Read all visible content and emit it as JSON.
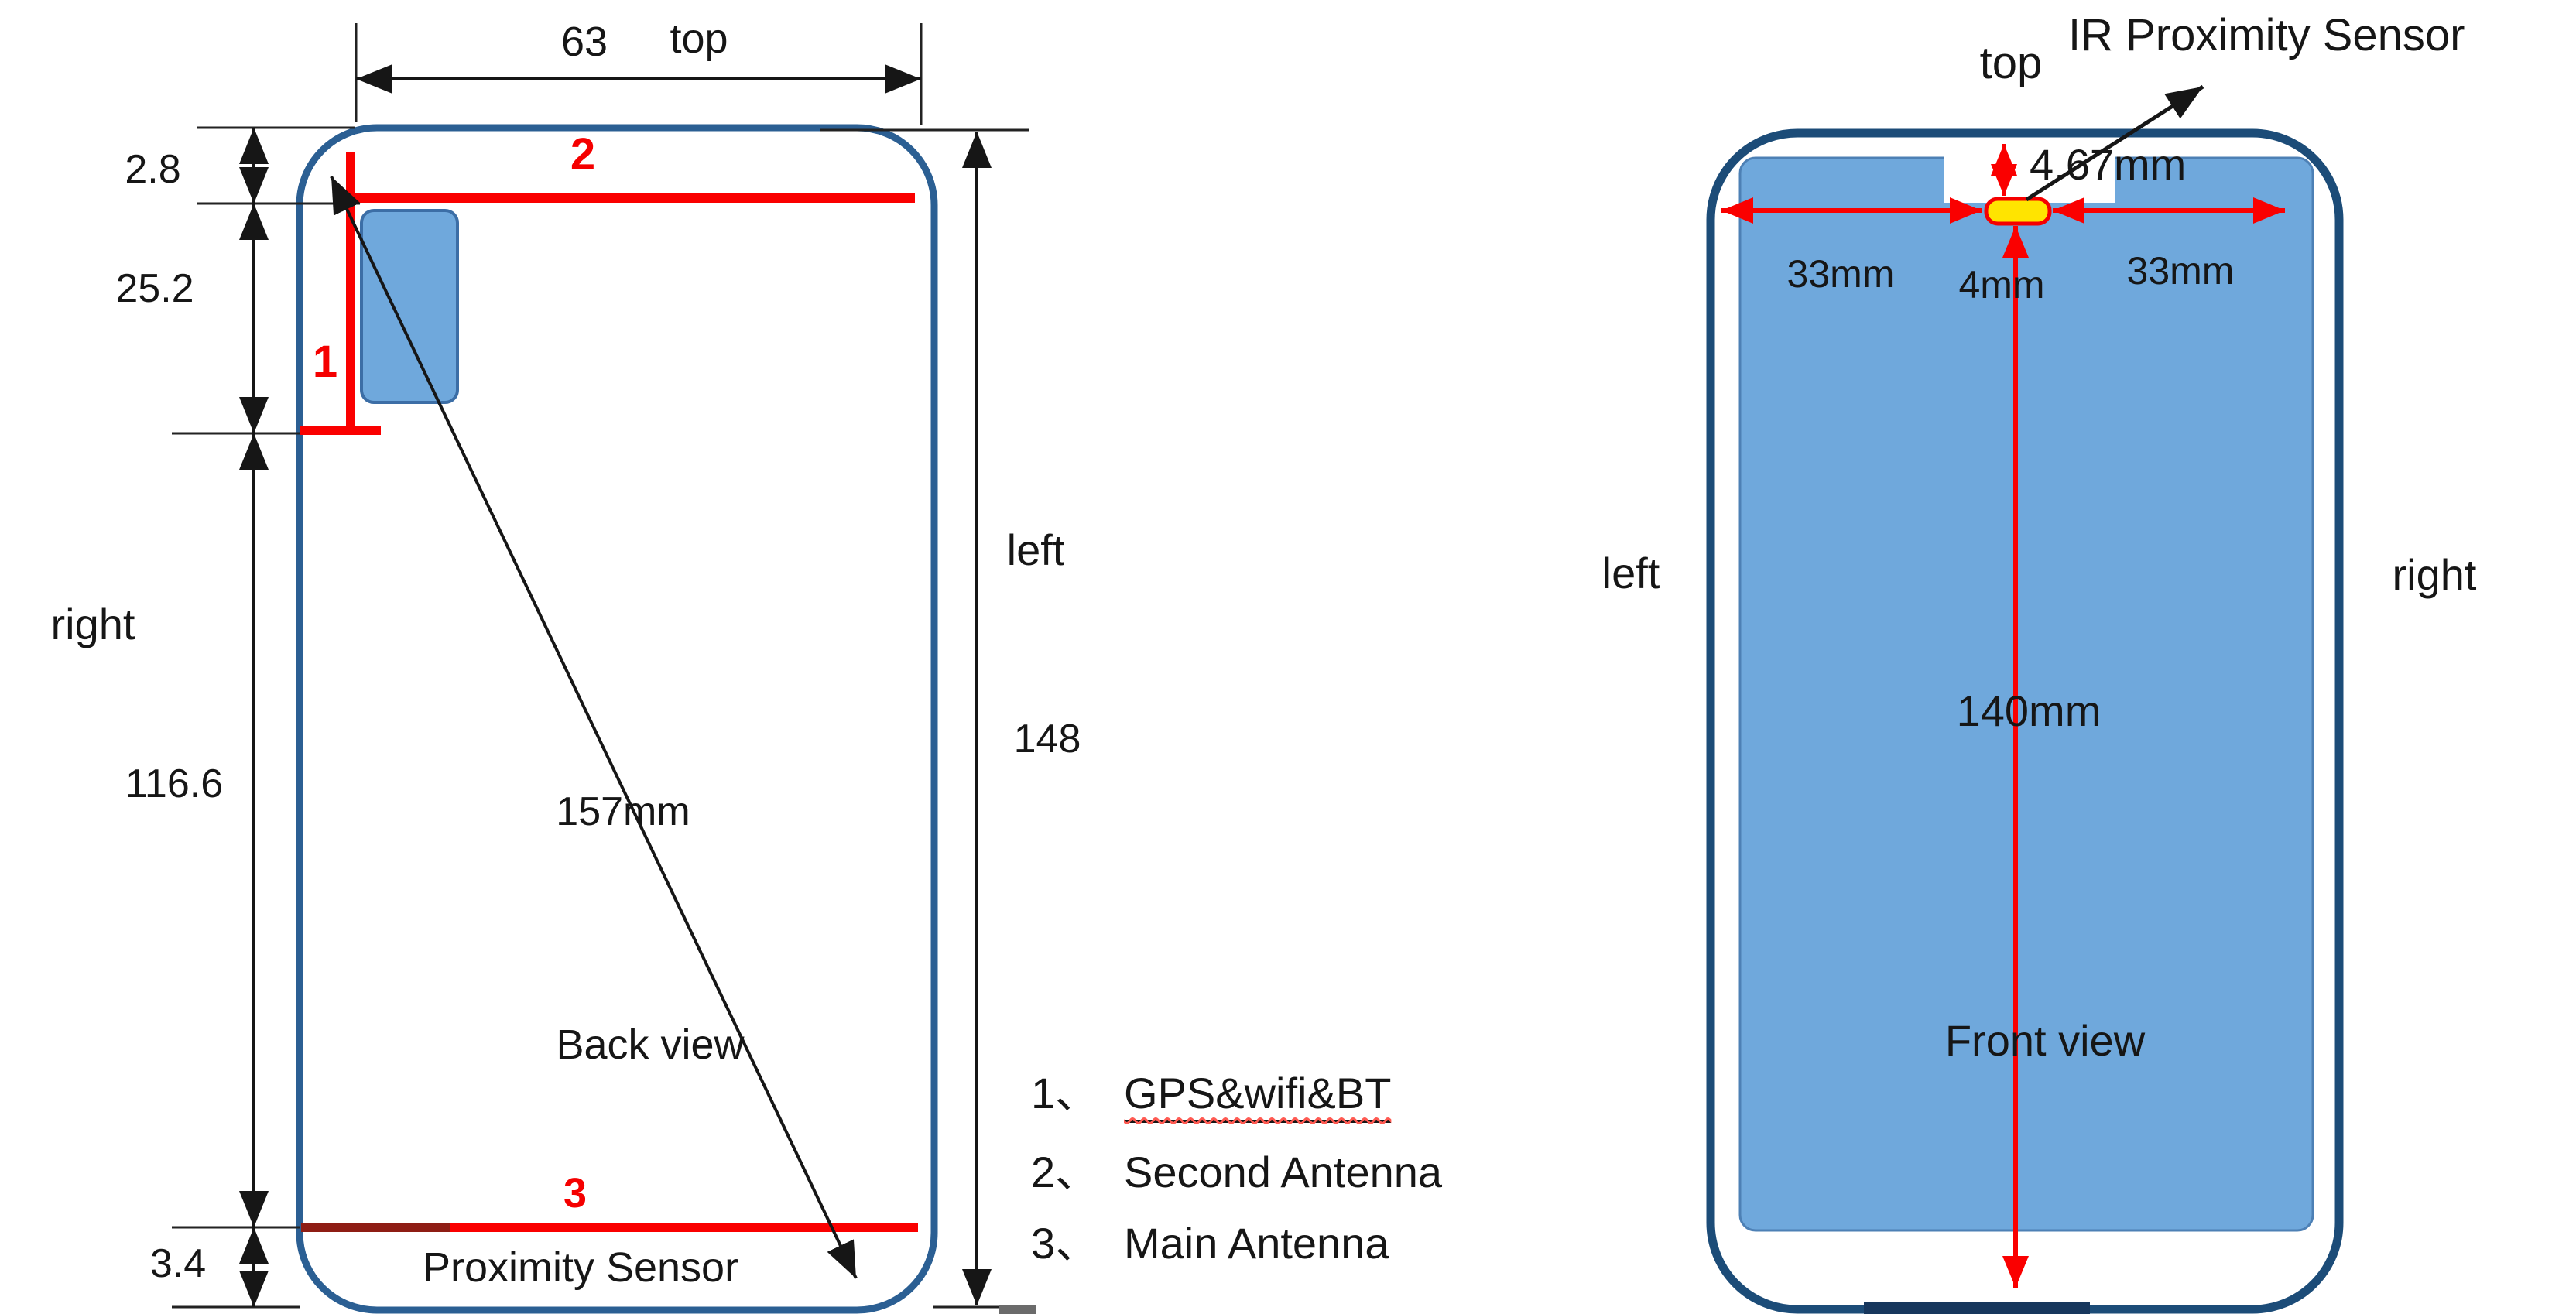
{
  "colors": {
    "screen_fill": "#6fa8dc",
    "back_outline": "#2b5f93",
    "front_outline": "#1c4c78",
    "antenna_red": "#fa0000",
    "antenna_dark_red": "#8e1d14",
    "sensor_yellow": "#ffe400",
    "text": "#161616"
  },
  "back_view": {
    "view_label": "Back view",
    "top_width": "63",
    "top_side": "top",
    "offset_top": "2.8",
    "gps_height": "25.2",
    "side_right": "right",
    "lower_height": "116.6",
    "diagonal": "157mm",
    "side_left": "left",
    "body_height": "148",
    "bottom_offset": "3.4",
    "proximity": "Proximity Sensor",
    "marker1": "1",
    "marker2": "2",
    "marker3": "3"
  },
  "legend": {
    "items": [
      {
        "num": "1、",
        "label": "GPS&wifi&BT"
      },
      {
        "num": "2、",
        "label": "Second Antenna"
      },
      {
        "num": "3、",
        "label": "Main Antenna"
      }
    ]
  },
  "front_view": {
    "view_label": "Front view",
    "top_side": "top",
    "ir_label": "IR Proximity Sensor",
    "sensor_offset": "4.67mm",
    "left_span": "33mm",
    "sensor_width": "4mm",
    "right_span": "33mm",
    "screen_height": "140mm",
    "side_left": "left",
    "side_right": "right"
  }
}
